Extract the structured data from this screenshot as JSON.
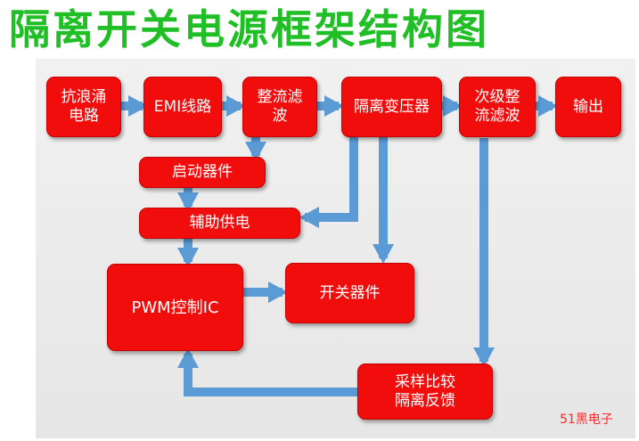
{
  "title": "隔离开关电源框架结构图",
  "blocks": {
    "surge": "抗浪涌\n电路",
    "emi": "EMI线路",
    "rectifier": "整流滤\n波",
    "transformer": "隔离变压器",
    "secondary": "次级整\n流滤波",
    "output": "输出",
    "startup": "启动器件",
    "aux": "辅助供电",
    "pwm": "PWM控制IC",
    "switch": "开关器件",
    "feedback": "采样比较\n隔离反馈"
  },
  "watermark": "51黑电子",
  "colors": {
    "title": "#1fbf25",
    "box": "#f20d0d",
    "arrow": "#5b9bd5",
    "watermark": "#ff2a2a"
  }
}
